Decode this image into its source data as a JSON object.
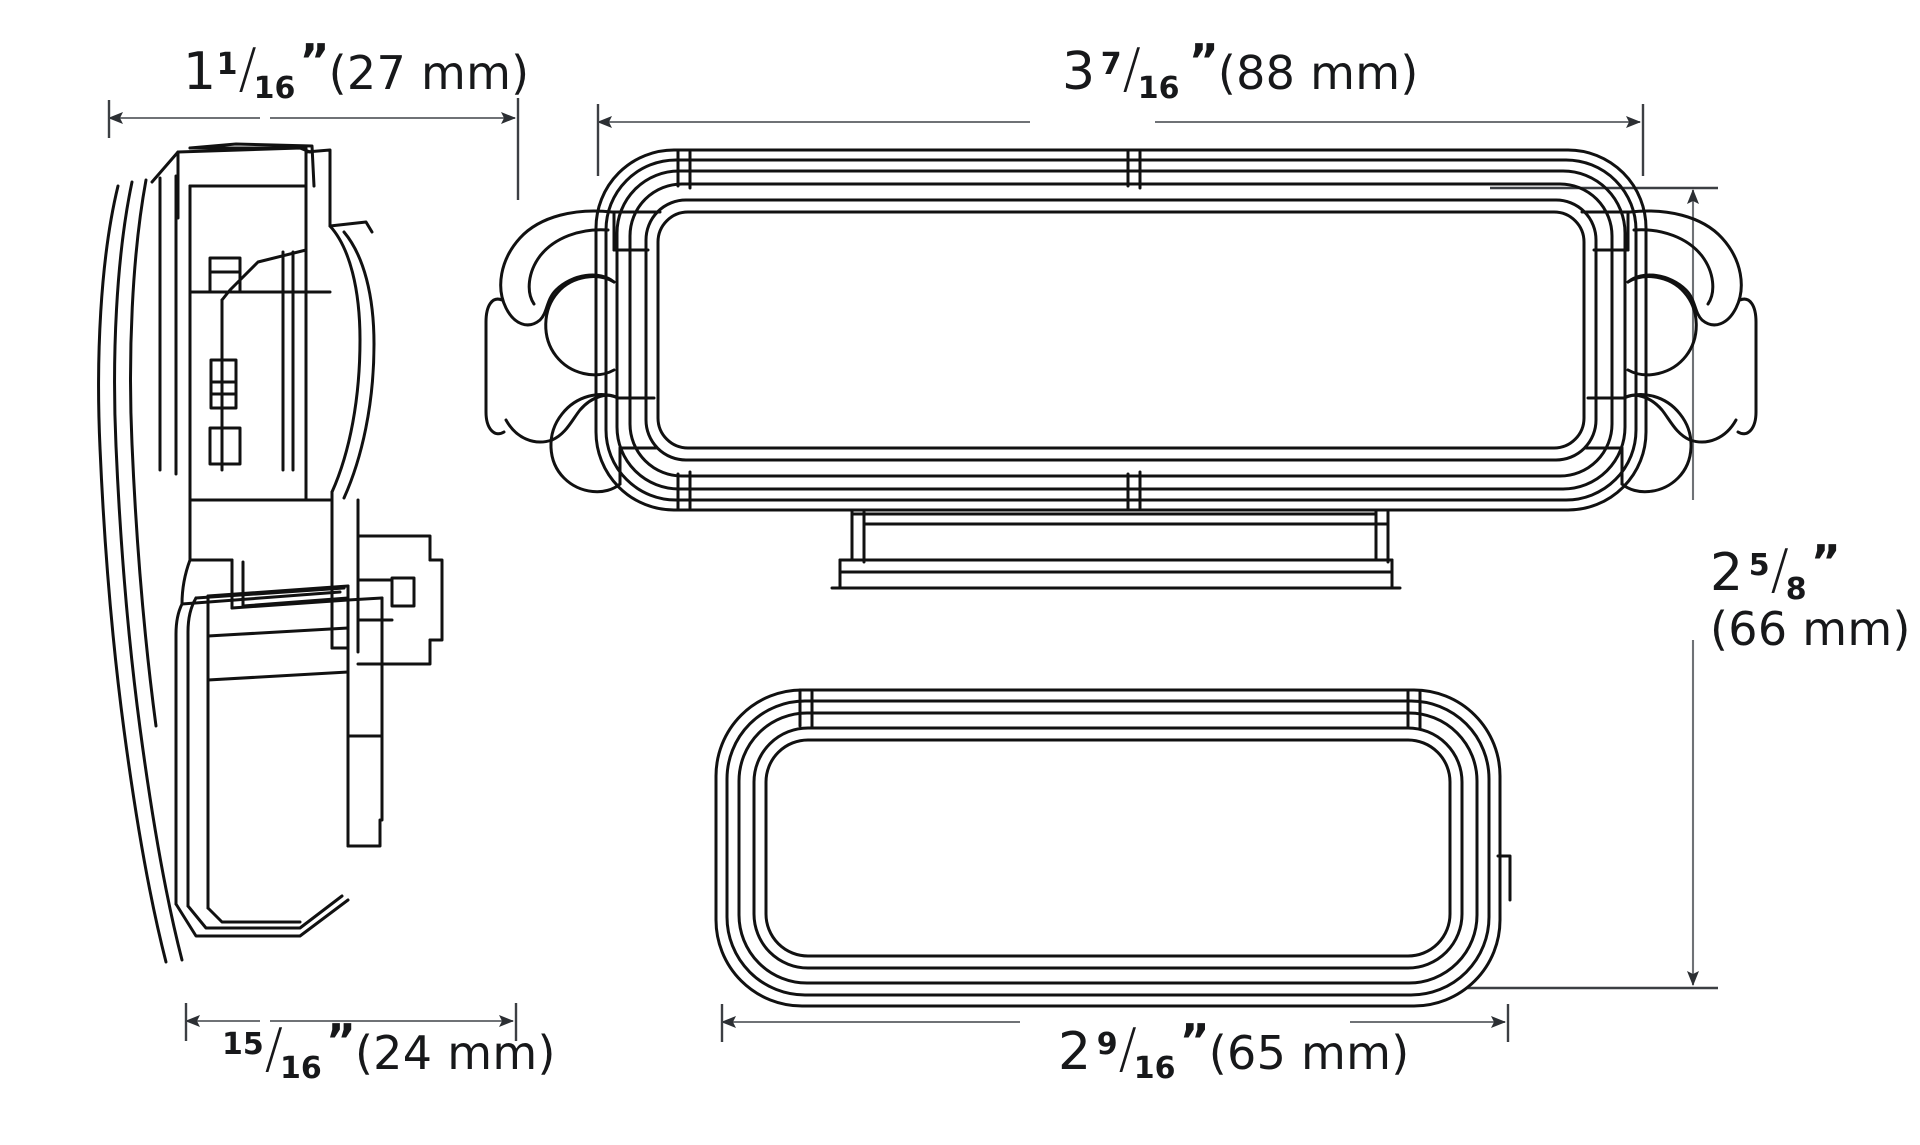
{
  "drawing": {
    "title": "Product dimension drawing — side view and front view",
    "background_color": "#ffffff",
    "line_color": "#111111",
    "dimension_line_color": "#6f7276",
    "views": [
      {
        "name": "side-view",
        "description": "Left orthographic side profile of lamp housing with connector"
      },
      {
        "name": "front-view",
        "description": "Right orthographic front view with upper lens body, lower lens body and two side mounting clips"
      }
    ]
  },
  "dimensions": {
    "side_width": {
      "id": "dim-side-width",
      "whole": "1",
      "numerator": "1",
      "denominator": "16",
      "inch_mark": "”",
      "metric": "(27 mm)",
      "position": "top-left",
      "orientation": "horizontal"
    },
    "side_depth": {
      "id": "dim-side-depth",
      "whole": "",
      "numerator": "15",
      "denominator": "16",
      "inch_mark": "”",
      "metric": "(24 mm)",
      "position": "bottom-left",
      "orientation": "horizontal"
    },
    "front_width": {
      "id": "dim-front-width",
      "whole": "3",
      "numerator": "7",
      "denominator": "16",
      "inch_mark": "”",
      "metric": "(88 mm)",
      "position": "top-center",
      "orientation": "horizontal"
    },
    "front_height": {
      "id": "dim-front-height",
      "whole": "2",
      "numerator": "5",
      "denominator": "8",
      "inch_mark": "”",
      "metric": "(66 mm)",
      "position": "right",
      "orientation": "vertical"
    },
    "front_lower_width": {
      "id": "dim-front-lower-width",
      "whole": "2",
      "numerator": "9",
      "denominator": "16",
      "inch_mark": "”",
      "metric": "(65 mm)",
      "position": "bottom-center",
      "orientation": "horizontal"
    }
  }
}
